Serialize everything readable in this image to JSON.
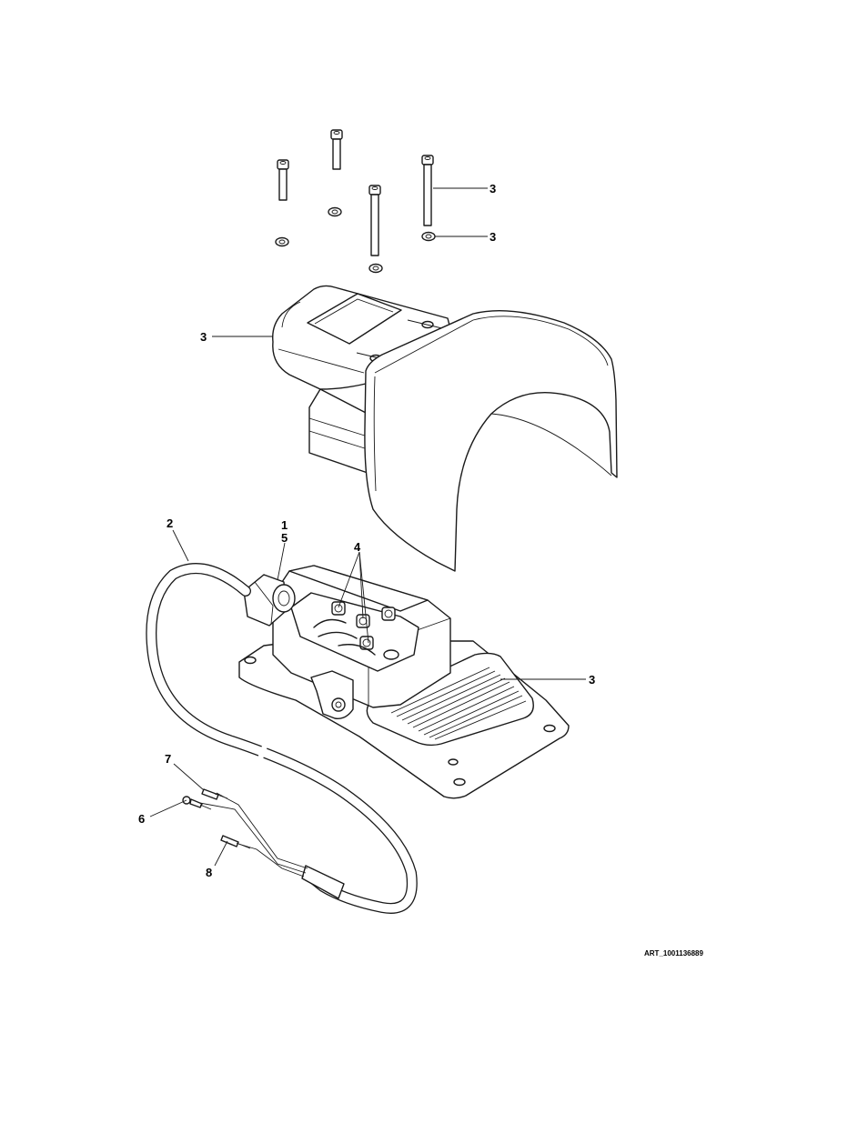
{
  "callouts": {
    "screws_top": "3",
    "washer_right": "3",
    "cover": "3",
    "cable": "2",
    "gland_a": "1",
    "gland_b": "5",
    "terminals": "4",
    "pedal": "3",
    "connector_7": "7",
    "connector_6": "6",
    "connector_8": "8"
  },
  "art_id": "ART_1001136889"
}
